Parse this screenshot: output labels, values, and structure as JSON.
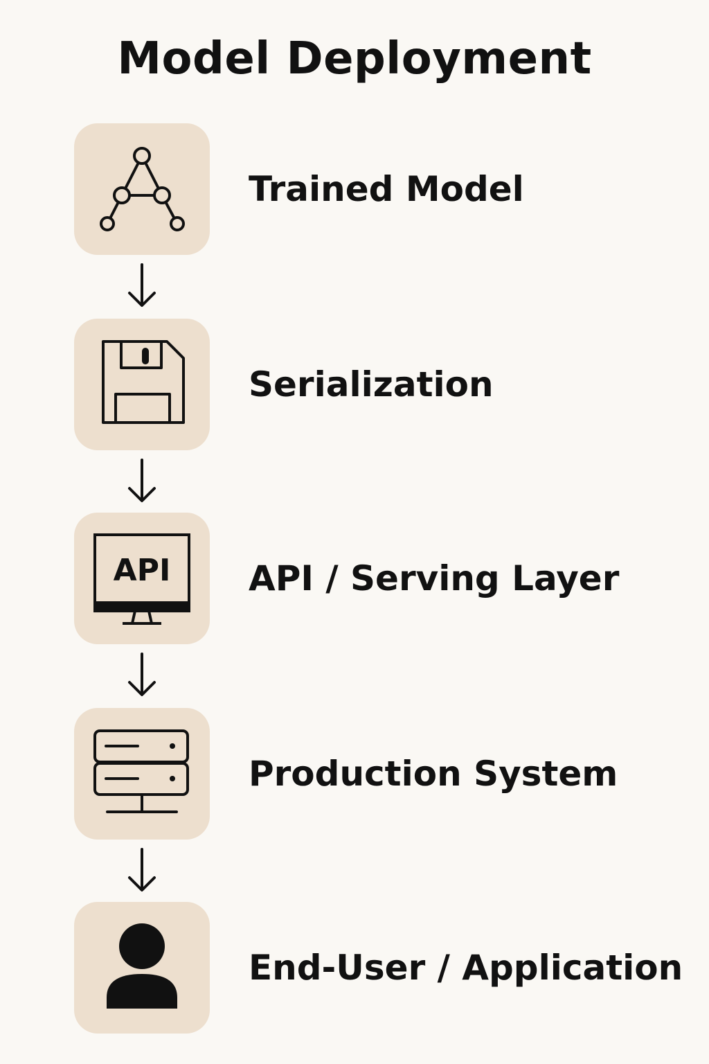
{
  "title": "Model Deployment",
  "steps": [
    {
      "label": "Trained Model",
      "icon": "neural-network-icon"
    },
    {
      "label": "Serialization",
      "icon": "floppy-disk-icon"
    },
    {
      "label": "API / Serving Layer",
      "icon": "api-monitor-icon",
      "icon_text": "API"
    },
    {
      "label": "Production System",
      "icon": "server-rack-icon"
    },
    {
      "label": "End-User / Application",
      "icon": "user-icon"
    }
  ],
  "colors": {
    "background": "#faf8f4",
    "tile": "#eddfce",
    "ink": "#111111"
  }
}
